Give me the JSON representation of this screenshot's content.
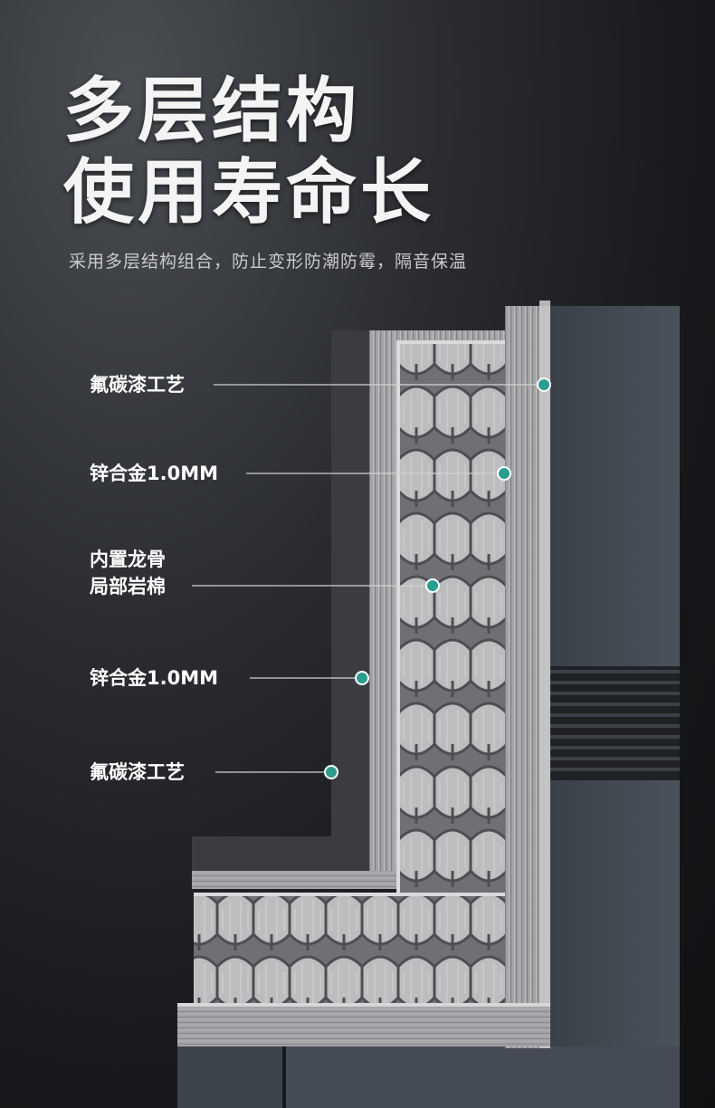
{
  "headline": {
    "line1": "多层结构",
    "line2": "使用寿命长"
  },
  "subtitle": "采用多层结构组合，防止变形防潮防霉，隔音保温",
  "callouts": [
    {
      "lines": [
        "氟碳漆工艺"
      ]
    },
    {
      "lines": [
        "锌合金1.0MM"
      ]
    },
    {
      "lines": [
        "内置龙骨",
        "局部岩棉"
      ]
    },
    {
      "lines": [
        "锌合金1.0MM"
      ]
    },
    {
      "lines": [
        "氟碳漆工艺"
      ]
    }
  ],
  "colors": {
    "accent_dot": "#2a9d8f",
    "panel_dark": "#3a3d42",
    "metal": "#9a9a9c",
    "door_face": "#3f454d"
  }
}
